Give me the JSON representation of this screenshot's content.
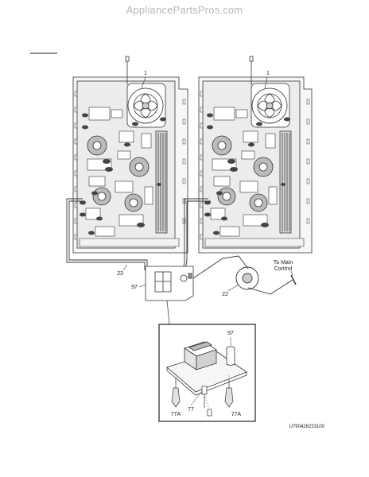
{
  "watermark": "AppliancePartsPros.com",
  "callouts": {
    "fan_left": "1",
    "fan_right": "1",
    "harness": "23",
    "module": "97",
    "module_detail": "97",
    "cable": "22",
    "to_main_control_line1": "To Main",
    "to_main_control_line2": "Control",
    "part_77": "77",
    "part_77a_left": "77A",
    "part_77a_right": "77A"
  },
  "drawing_number": "U790426233100"
}
